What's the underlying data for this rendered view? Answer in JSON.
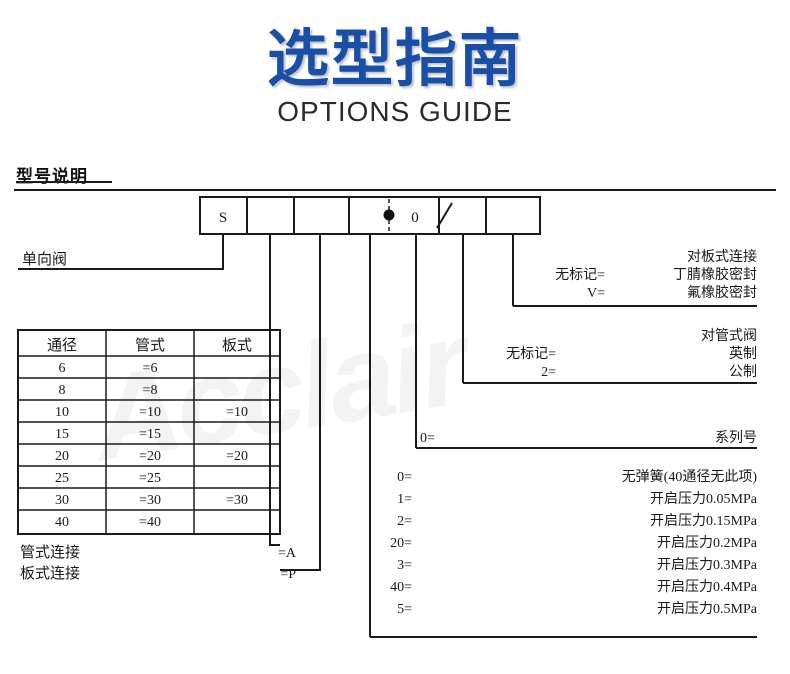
{
  "header": {
    "title_cn": "选型指南",
    "title_en": "OPTIONS GUIDE",
    "title_color": "#1a4fa8"
  },
  "section": {
    "label": "型号说明"
  },
  "watermark": {
    "text": "Acclair"
  },
  "code_boxes": [
    {
      "label": "S"
    },
    {
      "label": ""
    },
    {
      "label": ""
    },
    {
      "label": ""
    },
    {
      "label": "0"
    },
    {
      "label": "/"
    },
    {
      "label": ""
    }
  ],
  "code_marks": {
    "dot": "●",
    "zero": "0",
    "slash": "/"
  },
  "left_label": {
    "text": "单向阀"
  },
  "table": {
    "headers": [
      "通径",
      "管式",
      "板式"
    ],
    "rows": [
      [
        "6",
        "=6",
        ""
      ],
      [
        "8",
        "=8",
        ""
      ],
      [
        "10",
        "=10",
        "=10"
      ],
      [
        "15",
        "=15",
        ""
      ],
      [
        "20",
        "=20",
        "=20"
      ],
      [
        "25",
        "=25",
        ""
      ],
      [
        "30",
        "=30",
        "=30"
      ],
      [
        "40",
        "=40",
        ""
      ]
    ]
  },
  "connection_notes": [
    {
      "name": "管式连接",
      "code": "=A"
    },
    {
      "name": "板式连接",
      "code": "=P"
    }
  ],
  "legend_seal": {
    "codes": [
      "无标记=",
      "V="
    ],
    "descriptions": [
      "对板式连接",
      "丁腈橡胶密封",
      "氟橡胶密封"
    ]
  },
  "legend_thread": {
    "codes": [
      "无标记=",
      "2="
    ],
    "descriptions": [
      "对管式阀",
      "英制",
      "公制"
    ]
  },
  "legend_series": {
    "code": "0=",
    "description": "系列号"
  },
  "legend_pressure": {
    "rows": [
      {
        "code": "0=",
        "desc": "无弹簧(40通径无此项)"
      },
      {
        "code": "1=",
        "desc": "开启压力0.05MPa"
      },
      {
        "code": "2=",
        "desc": "开启压力0.15MPa"
      },
      {
        "code": "20=",
        "desc": "开启压力0.2MPa"
      },
      {
        "code": "3=",
        "desc": "开启压力0.3MPa"
      },
      {
        "code": "40=",
        "desc": "开启压力0.4MPa"
      },
      {
        "code": "5=",
        "desc": "开启压力0.5MPa"
      }
    ]
  }
}
